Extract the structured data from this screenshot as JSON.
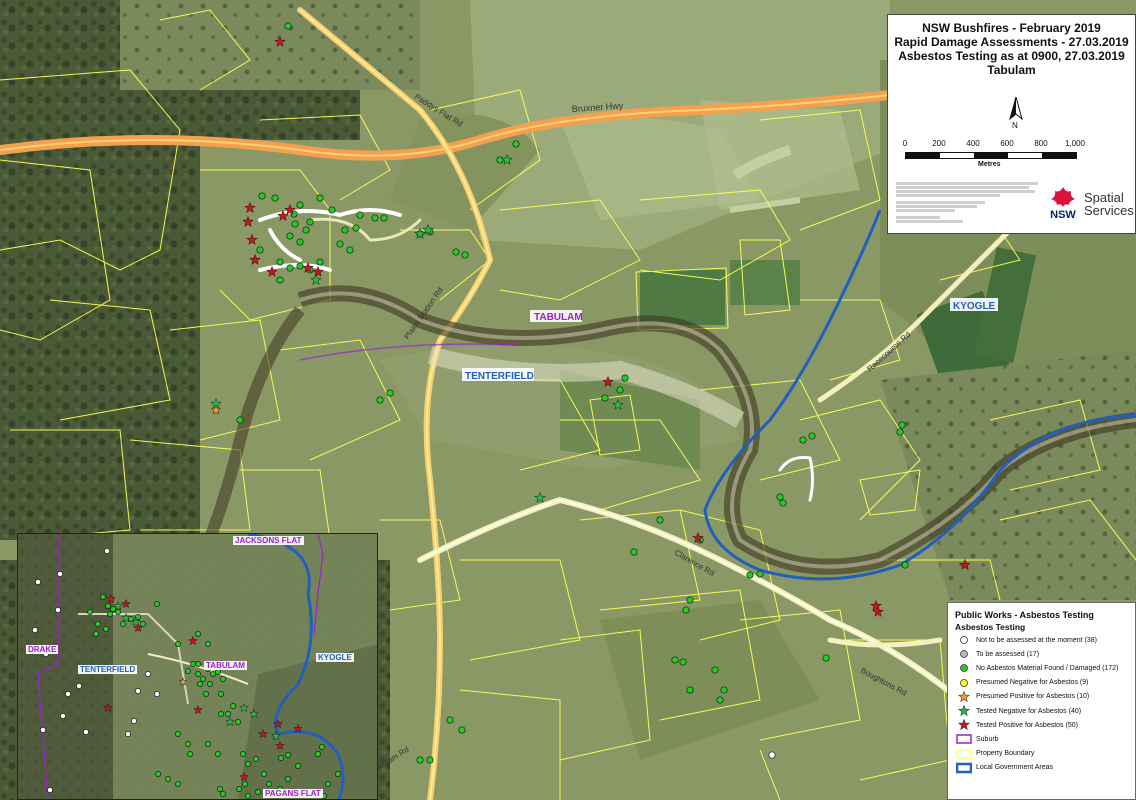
{
  "title_block": {
    "lines": [
      "NSW Bushfires - February 2019",
      "Rapid Damage Assessments - 27.03.2019",
      "Asbestos Testing as at 0900, 27.03.2019",
      "Tabulam"
    ],
    "north_letter": "N",
    "scale_labels": [
      "0",
      "200",
      "400",
      "600",
      "800",
      "1,000"
    ],
    "scale_units": "Metres",
    "logo_text": "NSW",
    "agency": [
      "Spatial",
      "Services"
    ]
  },
  "legend": {
    "title": "Public Works - Asbestos Testing",
    "subtitle": "Asbestos Testing",
    "items": [
      {
        "label": "Not to be assessed at the moment (38)",
        "symbol": "circle",
        "color": "#ffffff"
      },
      {
        "label": "To be assessed (17)",
        "symbol": "circle",
        "color": "#b8b8b8"
      },
      {
        "label": "No Asbestos Material Found / Damaged (172)",
        "symbol": "circle",
        "color": "#22cc22"
      },
      {
        "label": "Presumed Negative for Asbestos (9)",
        "symbol": "circle",
        "color": "#ffff22"
      },
      {
        "label": "Presumed Positive for Asbestos (10)",
        "symbol": "star",
        "color": "#f0a020"
      },
      {
        "label": "Tested Negative for Asbestos (40)",
        "symbol": "star",
        "color": "#22bb44"
      },
      {
        "label": "Tested Positive for Asbestos (50)",
        "symbol": "star",
        "color": "#cc1122"
      },
      {
        "label": "Suburb",
        "symbol": "box",
        "color": "#9922cc"
      },
      {
        "label": "Property Boundary",
        "symbol": "box",
        "color": "#ffff66"
      },
      {
        "label": "Local Government Areas",
        "symbol": "box",
        "color": "#1f5fc0"
      }
    ]
  },
  "map_labels": {
    "suburbs": {
      "tabulam": "TABULAM"
    },
    "lgas": {
      "tenterfield": "TENTERFIELD",
      "kyogle": "KYOGLE"
    },
    "roads": {
      "bruxner": "Bruxner Hwy",
      "paddys": "Paddys Flat Rd",
      "plains": "Plains Station Rd",
      "clarence": "Clarence Rd",
      "racecourse": "Racecourse Rd",
      "boughtons": "Boughtons Rd",
      "upper": "Upper Tabulam Rd"
    }
  },
  "inset_labels": {
    "jacksons_flat": "JACKSONS FLAT",
    "drake": "DRAKE",
    "tenterfield": "TENTERFIELD",
    "tabulam": "TABULAM",
    "kyogle": "KYOGLE",
    "pagans_flat": "PAGANS FLAT"
  },
  "colors": {
    "tenterfield_lga": "#1f5fc0",
    "suburb": "#9922cc",
    "property_boundary": "#ffff55",
    "highway": "#f5a050",
    "river": "#1f5fc0"
  }
}
